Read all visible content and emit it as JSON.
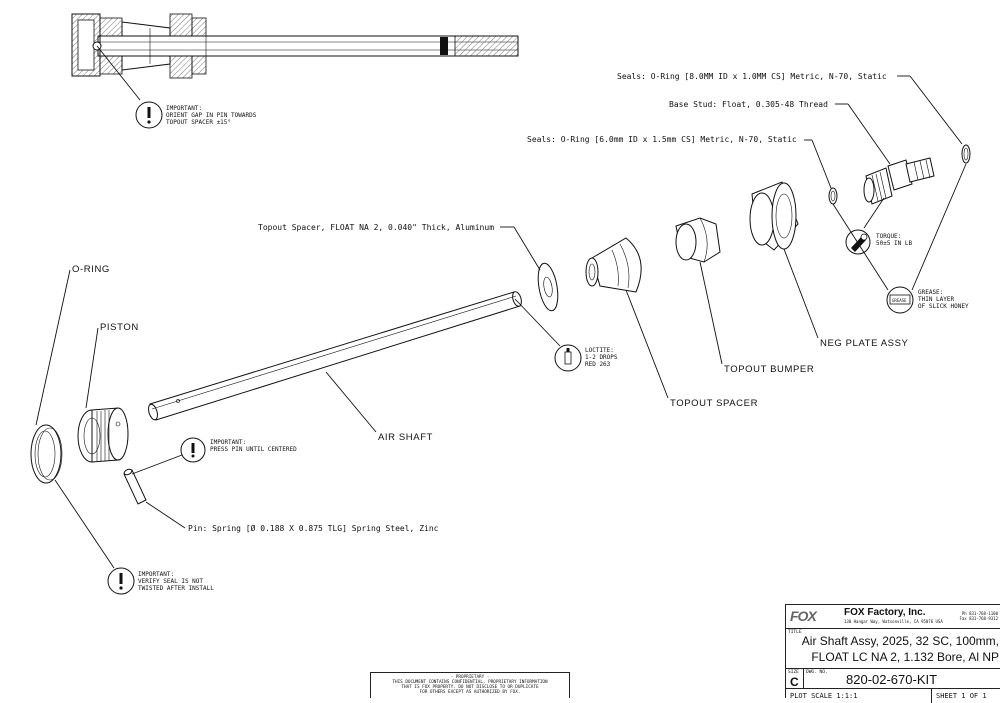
{
  "labels": {
    "seals_8mm": "Seals: O-Ring [8.0MM ID x 1.0MM CS] Metric, N-70, Static",
    "base_stud": "Base Stud: Float, 0.305-48 Thread",
    "seals_6mm": "Seals: O-Ring [6.0mm ID x 1.5mm CS] Metric, N-70, Static",
    "topout_spacer_spec": "Topout Spacer, FLOAT NA 2, 0.040\" Thick, Aluminum",
    "o_ring": "O-RING",
    "piston": "PISTON",
    "air_shaft": "AIR SHAFT",
    "topout_spacer": "TOPOUT SPACER",
    "topout_bumper": "TOPOUT BUMPER",
    "neg_plate_assy": "NEG PLATE ASSY",
    "pin_spec": "Pin: Spring [Ø 0.188 X 0.875 TLG] Spring Steel, Zinc"
  },
  "notes": {
    "orient_gap": [
      "IMPORTANT:",
      "ORIENT GAP IN PIN TOWARDS",
      "TOPOUT SPACER ±15°"
    ],
    "press_pin": [
      "IMPORTANT:",
      "PRESS PIN UNTIL CENTERED"
    ],
    "verify_seal": [
      "IMPORTANT:",
      "VERIFY SEAL IS NOT",
      "TWISTED AFTER INSTALL"
    ],
    "loctite": [
      "LOCTITE:",
      "1-2 DROPS",
      "RED 263"
    ],
    "torque": [
      "TORQUE:",
      "50±5 IN LB"
    ],
    "grease": [
      "GREASE:",
      "THIN LAYER",
      "OF SLICK HONEY"
    ],
    "grease_icon_text": "GREASE"
  },
  "title_block": {
    "logo": "FOX",
    "company": "FOX Factory, Inc.",
    "address": "130 Hangar Way, Watsonville, CA 95076 USA",
    "phone": "Ph 831-768-1100",
    "fax": "Fax 831-768-9312",
    "title_tag": "TITLE",
    "title_line1": "Air Shaft Assy, 2025, 32 SC, 100mm,",
    "title_line2": "FLOAT LC NA 2, 1.132 Bore, Al NP",
    "size_tag": "SIZE",
    "size": "C",
    "dwg_tag": "DWG. NO.",
    "dwg_no": "820-02-670-KIT",
    "plot_scale": "PLOT SCALE 1:1:1",
    "sheet": "SHEET 1 OF 1"
  },
  "proprietary": [
    "- PROPRIETARY -",
    "THIS DOCUMENT CONTAINS CONFIDENTIAL, PROPRIETARY INFORMATION",
    "THAT IS FOX PROPERTY.  DO NOT DISCLOSE TO OR DUPLICATE",
    "FOR OTHERS EXCEPT AS AUTHORIZED BY FOX."
  ],
  "colors": {
    "ink": "#111111",
    "paper": "#ffffff",
    "hatch": "#555555"
  }
}
